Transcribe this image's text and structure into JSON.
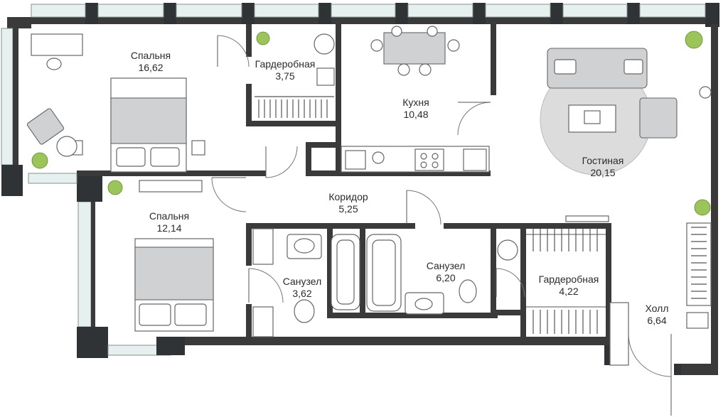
{
  "rooms": [
    {
      "id": "bedroom-1",
      "name": "Спальня",
      "area": "16,62"
    },
    {
      "id": "wardrobe-1",
      "name": "Гардеробная",
      "area": "3,75"
    },
    {
      "id": "kitchen",
      "name": "Кухня",
      "area": "10,48"
    },
    {
      "id": "living",
      "name": "Гостиная",
      "area": "20,15"
    },
    {
      "id": "corridor",
      "name": "Коридор",
      "area": "5,25"
    },
    {
      "id": "bedroom-2",
      "name": "Спальня",
      "area": "12,14"
    },
    {
      "id": "bathroom-1",
      "name": "Санузел",
      "area": "3,62"
    },
    {
      "id": "bathroom-2",
      "name": "Санузел",
      "area": "6,20"
    },
    {
      "id": "wardrobe-2",
      "name": "Гардеробная",
      "area": "4,22"
    },
    {
      "id": "hall",
      "name": "Холл",
      "area": "6,64"
    }
  ],
  "colors": {
    "wall": "#3a3a3a",
    "window": "#e6f0ee",
    "rug": "#dcdcdc",
    "plant": "#9bc45a"
  },
  "icons": [
    "plant-icon",
    "bed-icon",
    "sofa-icon",
    "armchair-icon",
    "table-icon",
    "bathtub-icon",
    "toilet-icon",
    "sink-icon",
    "stove-icon",
    "washing-machine-icon",
    "door-icon"
  ]
}
